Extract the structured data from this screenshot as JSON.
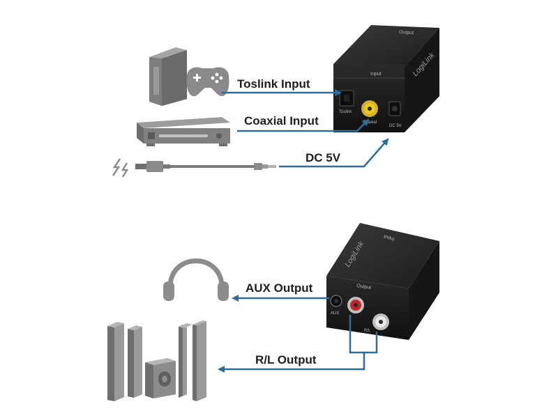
{
  "input_section": {
    "labels": {
      "toslink": "Toslink Input",
      "coaxial": "Coaxial Input",
      "dc": "DC 5V"
    },
    "device": {
      "brand": "LogiLink",
      "panel_label": "Input",
      "top_label": "Output",
      "port_toslink": "Toslink",
      "port_coaxial": "Coaxial",
      "port_dc": "DC 5V"
    }
  },
  "output_section": {
    "labels": {
      "aux": "AUX Output",
      "rl": "R/L Output"
    },
    "device": {
      "brand": "LogiLink",
      "panel_label": "Output",
      "top_label": "Input",
      "port_aux": "AUX",
      "port_rl": "R/L"
    }
  },
  "colors": {
    "arrow": "#2b6e9e",
    "device_body": "#1b1b1b",
    "rca_yellow": "#e9c919",
    "rca_red": "#c8232c",
    "rca_white": "#e8e8e8",
    "peripheral_gray": "#8c8c8c"
  }
}
